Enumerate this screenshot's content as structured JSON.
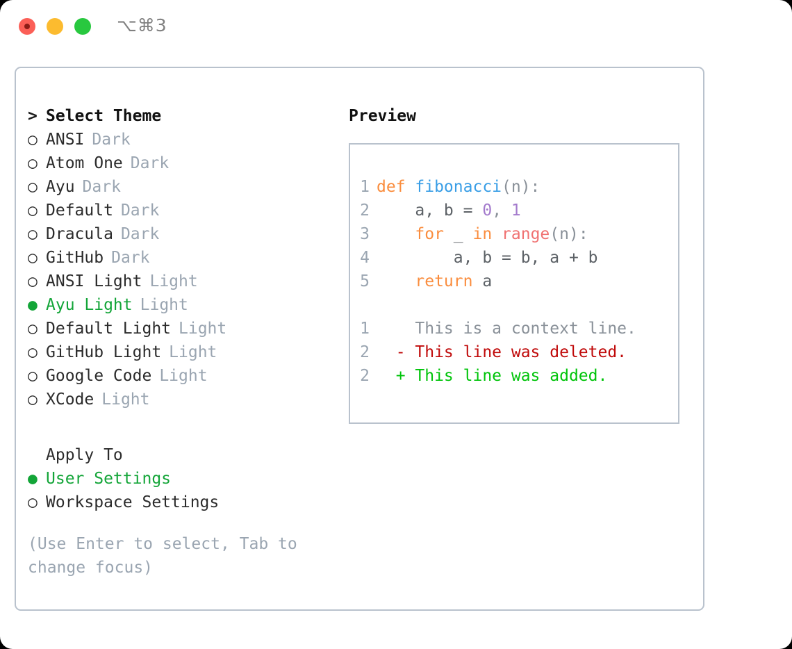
{
  "window": {
    "title": "⌥⌘3",
    "controls": [
      {
        "name": "close",
        "color": "#fb5f57"
      },
      {
        "name": "minimize",
        "color": "#fcbb2f"
      },
      {
        "name": "maximize",
        "color": "#28c83f"
      }
    ]
  },
  "colors": {
    "accent_green": "#13a538",
    "muted": "#9aa5b1",
    "border": "#b9c2cd",
    "text": "#2b2b2b",
    "keyword": "#fa8d3e",
    "function": "#399ee6",
    "number": "#a37acc",
    "call": "#f07171",
    "diff_add": "#00c40a",
    "diff_del": "#c00a0a"
  },
  "theme_list": {
    "header_marker": ">",
    "header": "Select Theme",
    "items": [
      {
        "marker": "○",
        "label": "ANSI",
        "variant": "Dark",
        "selected": false
      },
      {
        "marker": "○",
        "label": "Atom One",
        "variant": "Dark",
        "selected": false
      },
      {
        "marker": "○",
        "label": "Ayu",
        "variant": "Dark",
        "selected": false
      },
      {
        "marker": "○",
        "label": "Default",
        "variant": "Dark",
        "selected": false
      },
      {
        "marker": "○",
        "label": "Dracula",
        "variant": "Dark",
        "selected": false
      },
      {
        "marker": "○",
        "label": "GitHub",
        "variant": "Dark",
        "selected": false
      },
      {
        "marker": "○",
        "label": "ANSI Light",
        "variant": "Light",
        "selected": false
      },
      {
        "marker": "●",
        "label": "Ayu Light",
        "variant": "Light",
        "selected": true
      },
      {
        "marker": "○",
        "label": "Default Light",
        "variant": "Light",
        "selected": false
      },
      {
        "marker": "○",
        "label": "GitHub Light",
        "variant": "Light",
        "selected": false
      },
      {
        "marker": "○",
        "label": "Google Code",
        "variant": "Light",
        "selected": false
      },
      {
        "marker": "○",
        "label": "XCode",
        "variant": "Light",
        "selected": false
      }
    ]
  },
  "apply_to": {
    "header": "Apply To",
    "items": [
      {
        "marker": "●",
        "label": "User Settings",
        "selected": true
      },
      {
        "marker": "○",
        "label": "Workspace Settings",
        "selected": false
      }
    ]
  },
  "hint": "(Use Enter to select, Tab to\nchange focus)",
  "preview": {
    "title": "Preview",
    "code_lines": [
      {
        "number": "1",
        "tokens": [
          {
            "text": "def ",
            "type": "keyword"
          },
          {
            "text": "fibonacci",
            "type": "function"
          },
          {
            "text": "(n):",
            "type": "punct"
          }
        ]
      },
      {
        "number": "2",
        "tokens": [
          {
            "text": "    a, b = ",
            "type": "var"
          },
          {
            "text": "0",
            "type": "number"
          },
          {
            "text": ", ",
            "type": "punct"
          },
          {
            "text": "1",
            "type": "number"
          }
        ]
      },
      {
        "number": "3",
        "tokens": [
          {
            "text": "    for ",
            "type": "keyword"
          },
          {
            "text": "_ ",
            "type": "var"
          },
          {
            "text": "in ",
            "type": "keyword"
          },
          {
            "text": "range",
            "type": "call"
          },
          {
            "text": "(n):",
            "type": "punct"
          }
        ]
      },
      {
        "number": "4",
        "tokens": [
          {
            "text": "        a, b = b, a + b",
            "type": "var"
          }
        ]
      },
      {
        "number": "5",
        "tokens": [
          {
            "text": "    return ",
            "type": "keyword"
          },
          {
            "text": "a",
            "type": "var"
          }
        ]
      }
    ],
    "diff_lines": [
      {
        "number": "1",
        "sign": " ",
        "text": "This is a context line.",
        "type": "context"
      },
      {
        "number": "2",
        "sign": "-",
        "text": "This line was deleted.",
        "type": "deleted"
      },
      {
        "number": "2",
        "sign": "+",
        "text": "This line was added.",
        "type": "added"
      }
    ]
  }
}
